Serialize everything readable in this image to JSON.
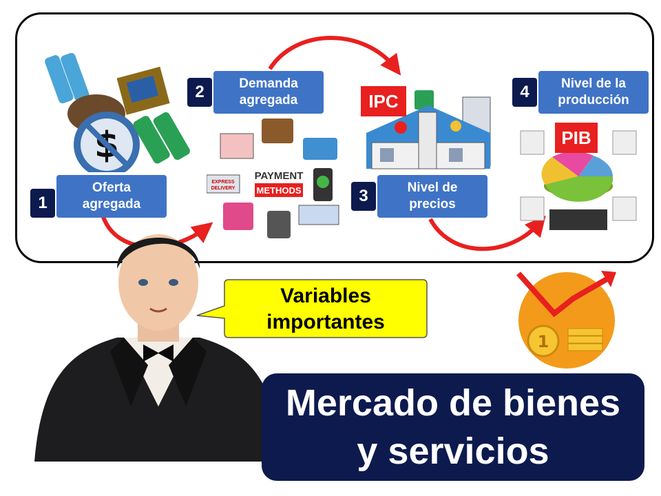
{
  "steps": [
    {
      "number": "1",
      "label_line1": "Oferta",
      "label_line2": "agregada"
    },
    {
      "number": "2",
      "label_line1": "Demanda",
      "label_line2": "agregada"
    },
    {
      "number": "3",
      "label_line1": "Nivel de",
      "label_line2": "precios"
    },
    {
      "number": "4",
      "label_line1": "Nivel de la",
      "label_line2": "producción"
    }
  ],
  "tags": {
    "ipc": "IPC",
    "pib": "PIB"
  },
  "payment_text": {
    "line1": "PAYMENT",
    "line2": "METHODS"
  },
  "delivery_text": {
    "line1": "EXPRESS",
    "line2": "DELIVERY"
  },
  "coin_number": "1",
  "speech_bubble": {
    "line1": "Variables",
    "line2": "importantes"
  },
  "title": {
    "line1": "Mercado de bienes",
    "line2": "y servicios"
  },
  "colors": {
    "navy": "#0d1a4e",
    "step_blue": "#3f73c6",
    "arrow_red": "#e8201f",
    "bubble_yellow": "#ffff00"
  }
}
